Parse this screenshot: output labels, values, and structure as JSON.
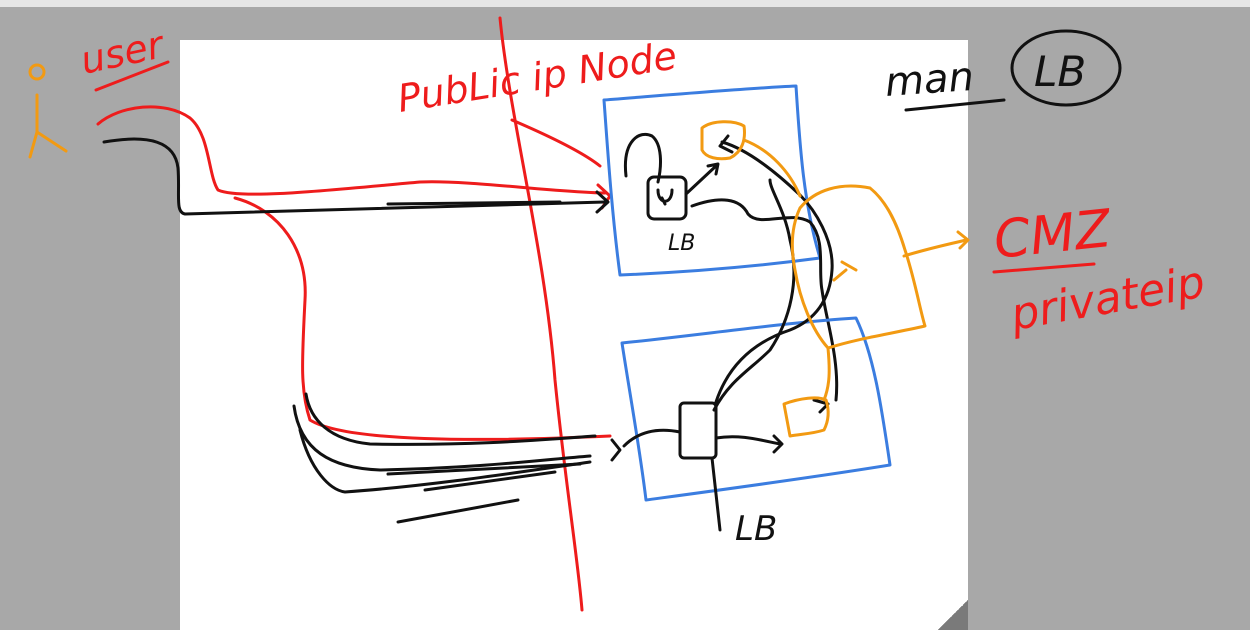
{
  "labels": {
    "user": "user",
    "public_ip_node": "PubLic ip Node",
    "man": "man",
    "lb_circle": "LB",
    "lb_top": "LB",
    "lb_bottom": "LB",
    "cmz": "CMZ",
    "private_ip": "privateip"
  },
  "colors": {
    "red": "#ee1c1c",
    "black": "#111111",
    "blue": "#3b7de0",
    "orange": "#f29a12",
    "canvas": "#ffffff",
    "background": "#a8a8a8"
  }
}
